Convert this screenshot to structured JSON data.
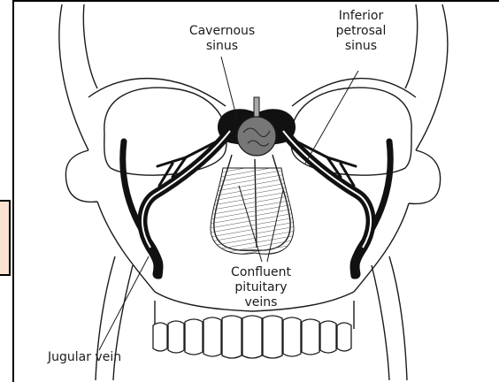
{
  "colors": {
    "highlight_box_fill": "#fbe1cf",
    "ink": "#1b1b1b",
    "sinus_fill": "#111111",
    "gland_fill": "#777777",
    "background": "#ffffff"
  },
  "labels": {
    "cavernous_sinus": {
      "line1": "Cavernous",
      "line2": "sinus"
    },
    "inferior_petrosal_sinus": {
      "line1": "Inferior",
      "line2": "petrosal",
      "line3": "sinus"
    },
    "confluent_pituitary_veins": {
      "line1": "Confluent",
      "line2": "pituitary",
      "line3": "veins"
    },
    "jugular_vein": "Jugular vein"
  }
}
